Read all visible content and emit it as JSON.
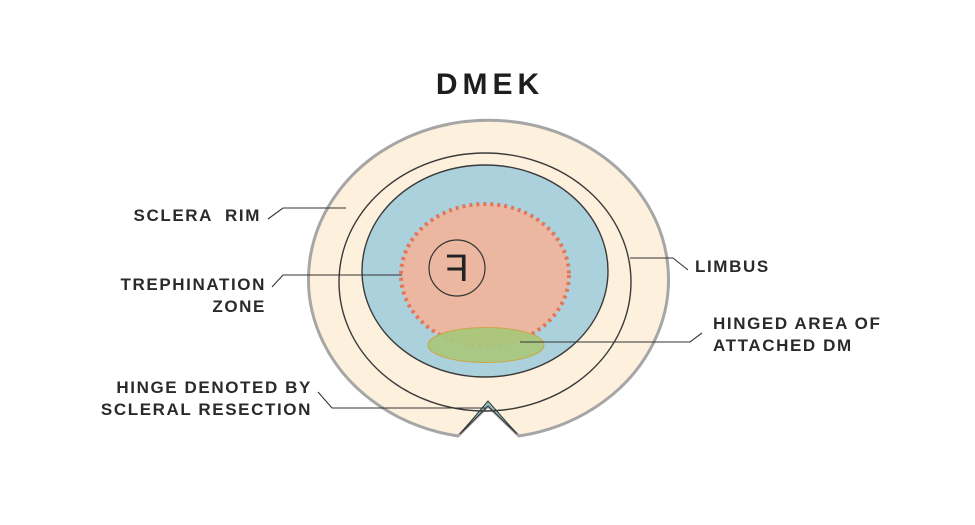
{
  "title": "DMEK",
  "labels": {
    "sclera_rim": "SCLERA  RIM",
    "trephination_line1": "TREPHINATION",
    "trephination_line2": "ZONE",
    "limbus": "LIMBUS",
    "hinged_line1": "HINGED AREA OF",
    "hinged_line2": "ATTACHED DM",
    "hinge_line1": "HINGE DENOTED BY",
    "hinge_line2": "SCLERAL RESECTION"
  },
  "orientation_mark": "F",
  "colors": {
    "sclera": "#fdf0dd",
    "sclera_outline": "#a6a6a6",
    "cornea": "#abd1dc",
    "trephination_zone": "#ebb7a1",
    "trephination_dots": "#e2765a",
    "hinged_area": "#a8c77c",
    "hinged_area_outline": "#c9a84a",
    "hinge_notch": "#8ec0c4",
    "line": "#333333"
  }
}
